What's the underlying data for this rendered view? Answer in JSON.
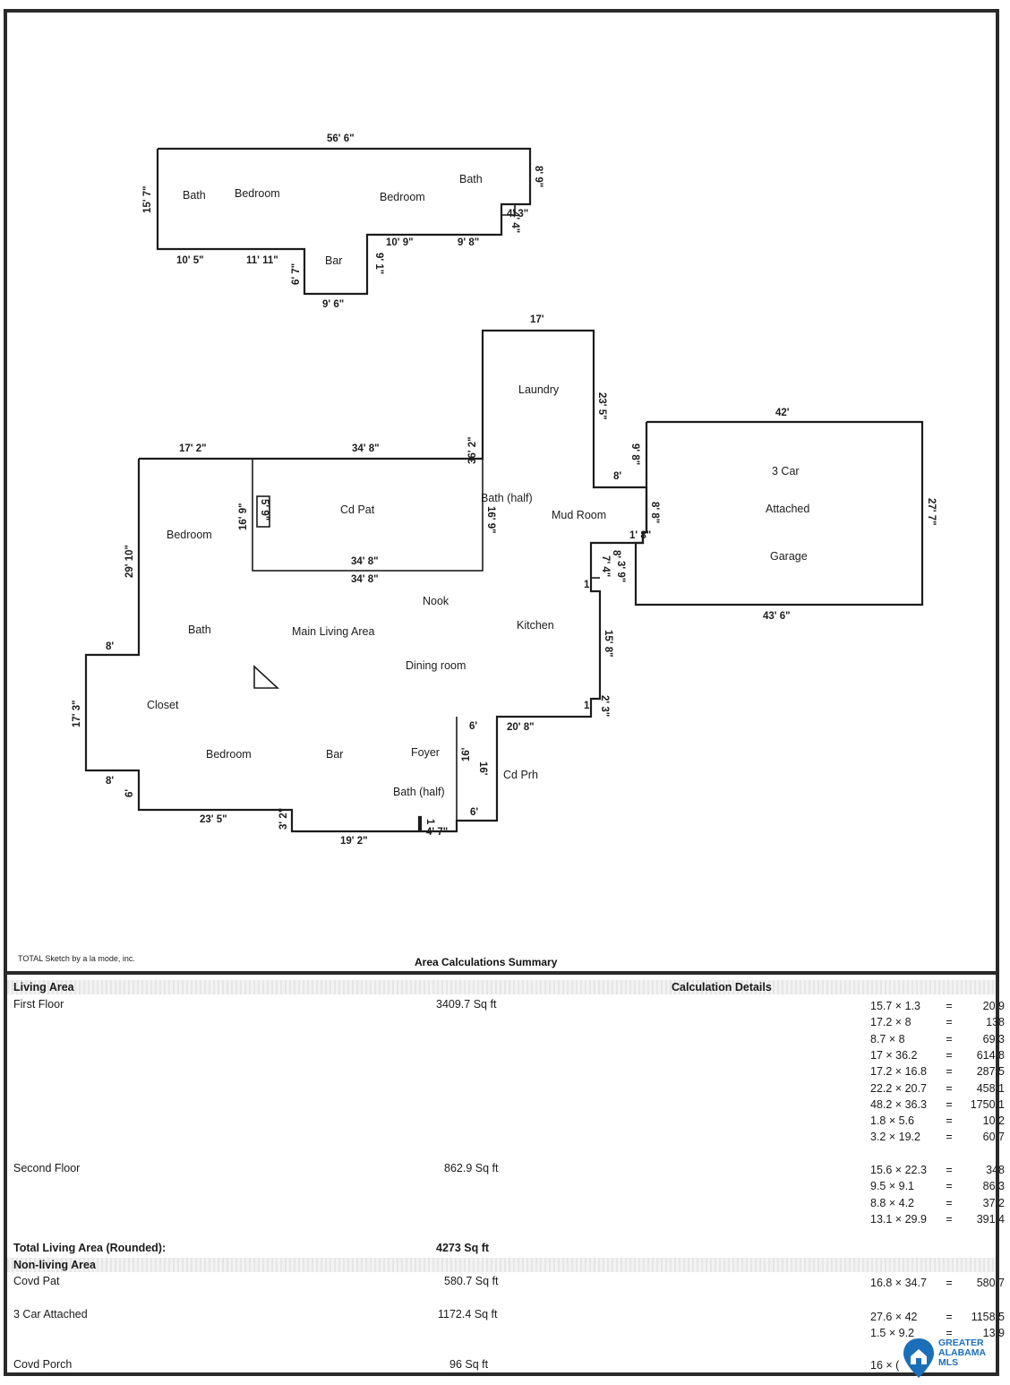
{
  "sketch": {
    "upper_floor": {
      "rooms": [
        "Bath",
        "Bedroom",
        "Bedroom",
        "Bath",
        "Bar"
      ],
      "dims": [
        "56' 6\"",
        "15' 7\"",
        "8' 9\"",
        "4' 3\"",
        "4' 4\"",
        "10' 5\"",
        "11' 11\"",
        "6' 7\"",
        "9' 6\"",
        "9' 1\"",
        "10' 9\"",
        "9' 8\""
      ]
    },
    "main_floor": {
      "rooms": [
        "Laundry",
        "Cd Pat",
        "Bedroom",
        "Bath (half)",
        "Mud Room",
        "3 Car",
        "Attached",
        "Garage",
        "Nook",
        "Kitchen",
        "Bath",
        "Main Living Area",
        "Dining room",
        "Closet",
        "Bedroom",
        "Bar",
        "Foyer",
        "Cd Prh",
        "Bath (half)"
      ],
      "dims": [
        "17'",
        "23' 5\"",
        "42'",
        "17' 2\"",
        "34' 8\"",
        "36' 2\"",
        "9' 8\"",
        "8'",
        "16' 9\"",
        "5' 9\"",
        "34' 8\"",
        "34' 8\"",
        "16' 9\"",
        "8' 8\"",
        "1' 8\"",
        "8'",
        "27' 7\"",
        "7' 4\"",
        "3' 9\"",
        "1",
        "29' 10\"",
        "43' 6\"",
        "15' 8\"",
        "8'",
        "1",
        "2' 3\"",
        "17' 3\"",
        "6'",
        "20' 8\"",
        "16'",
        "16'",
        "8'",
        "6'",
        "6'",
        "23' 5\"",
        "3' 2\"",
        "19' 2\"",
        "1",
        "4' 7\""
      ]
    }
  },
  "credit": "TOTAL Sketch by a la mode, inc.",
  "summary_title": "Area Calculations Summary",
  "living_area": {
    "heading": "Living Area",
    "details_heading": "Calculation Details",
    "first_floor": {
      "label": "First Floor",
      "area": "3409.7 Sq ft",
      "calcs": [
        {
          "expr": "15.7 × 1.3",
          "result": "20.9"
        },
        {
          "expr": "17.2 × 8",
          "result": "138"
        },
        {
          "expr": "8.7 × 8",
          "result": "69.3"
        },
        {
          "expr": "17 × 36.2",
          "result": "614.8"
        },
        {
          "expr": "17.2 × 16.8",
          "result": "287.5"
        },
        {
          "expr": "22.2 × 20.7",
          "result": "458.1"
        },
        {
          "expr": "48.2 × 36.3",
          "result": "1750.1"
        },
        {
          "expr": "1.8 × 5.6",
          "result": "10.2"
        },
        {
          "expr": "3.2 × 19.2",
          "result": "60.7"
        }
      ]
    },
    "second_floor": {
      "label": "Second Floor",
      "area": "862.9 Sq ft",
      "calcs": [
        {
          "expr": "15.6 × 22.3",
          "result": "348"
        },
        {
          "expr": "9.5 × 9.1",
          "result": "86.3"
        },
        {
          "expr": "8.8 × 4.2",
          "result": "37.2"
        },
        {
          "expr": "13.1 × 29.9",
          "result": "391.4"
        }
      ]
    },
    "total_label": "Total Living Area (Rounded):",
    "total_value": "4273 Sq ft"
  },
  "non_living_area": {
    "heading": "Non-living Area",
    "covd_pat": {
      "label": "Covd Pat",
      "area": "580.7 Sq ft",
      "calcs": [
        {
          "expr": "16.8 × 34.7",
          "result": "580.7"
        }
      ]
    },
    "car_attached": {
      "label": "3 Car Attached",
      "area": "1172.4 Sq ft",
      "calcs": [
        {
          "expr": "27.6 × 42",
          "result": "1158.5"
        },
        {
          "expr": "1.5 × 9.2",
          "result": "13.9"
        }
      ]
    },
    "covd_porch": {
      "label": "Covd Porch",
      "area": "96 Sq ft",
      "calcs": [
        {
          "expr": "16 × (",
          "result": ""
        }
      ]
    }
  },
  "logo": {
    "line1": "GREATER",
    "line2": "ALABAMA",
    "line3": "MLS"
  },
  "colors": {
    "line": "#1c1c1c",
    "logo": "#1b6fb8"
  }
}
